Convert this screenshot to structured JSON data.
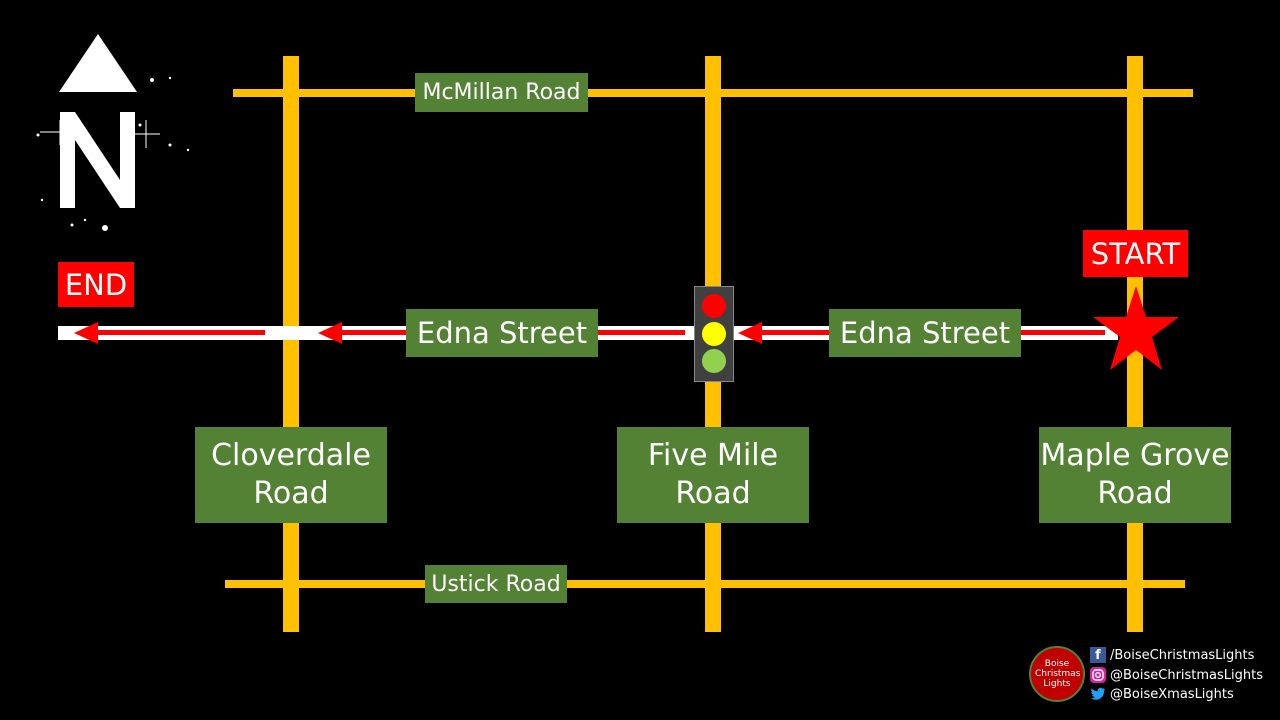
{
  "roads": {
    "north": "McMillan Road",
    "south": "Ustick Road",
    "west": "Cloverdale\nRoad",
    "center": "Five Mile\nRoad",
    "east": "Maple Grove\nRoad",
    "route_west": "Edna Street",
    "route_east": "Edna Street"
  },
  "markers": {
    "start": "START",
    "end": "END",
    "compass": "N"
  },
  "logo": {
    "text": "Boise Christmas Lights"
  },
  "social": {
    "facebook": "/BoiseChristmasLights",
    "instagram": "@BoiseChristmasLights",
    "twitter": "@BoiseXmasLights"
  },
  "colors": {
    "road": "#ffc000",
    "sign": "#548235",
    "route": "#ff0000",
    "route_outline": "#ffffff",
    "background": "#000000"
  },
  "icons": [
    "north-arrow-icon",
    "traffic-light-icon",
    "start-star-icon",
    "facebook-icon",
    "instagram-icon",
    "twitter-icon"
  ]
}
